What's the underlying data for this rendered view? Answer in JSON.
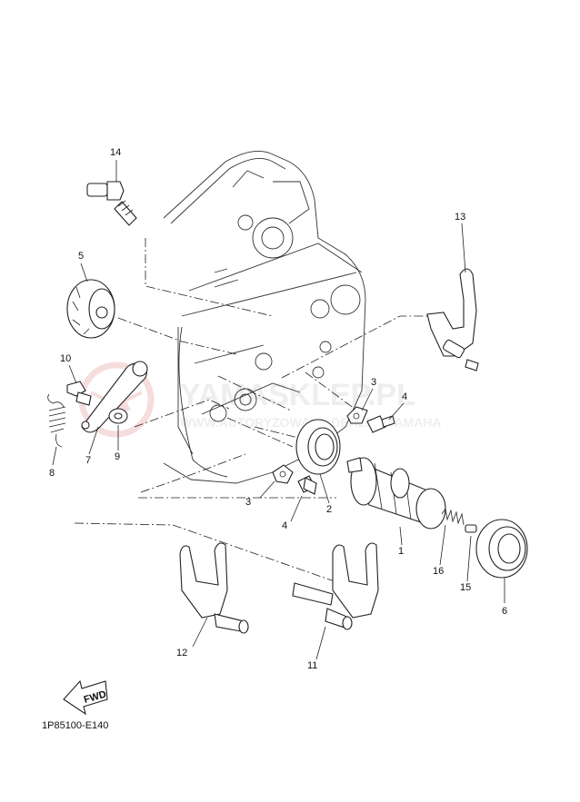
{
  "diagram_code": "1P85100-E140",
  "fwd_label": "FWD",
  "watermark": {
    "main": "YAMASKLEP.PL",
    "sub": "WWW.AUTORYZOWANY DEALER YAMAHA"
  },
  "callouts": [
    "1",
    "2",
    "3",
    "3",
    "4",
    "4",
    "5",
    "6",
    "7",
    "8",
    "9",
    "10",
    "11",
    "12",
    "13",
    "14",
    "15",
    "16"
  ]
}
